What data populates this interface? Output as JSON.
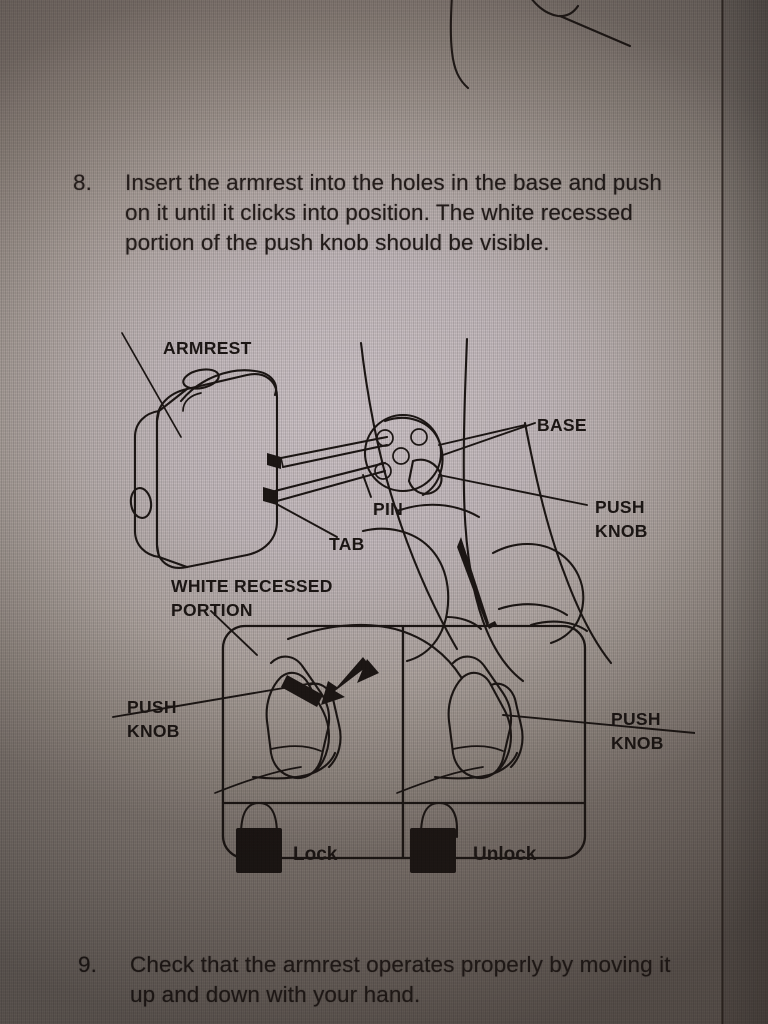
{
  "document": {
    "kind": "vehicle-owners-manual-page",
    "steps": [
      {
        "number": "8.",
        "text": "Insert the armrest into the holes in the base and push on it until it clicks into position. The white recessed portion of the push knob should be visible."
      },
      {
        "number": "9.",
        "text": "Check that the armrest operates properly by moving it up and down with your hand."
      }
    ]
  },
  "diagram": {
    "labels": {
      "armrest": "ARMREST",
      "base": "BASE",
      "pin": "PIN",
      "tab": "TAB",
      "push_knob_right": "PUSH\nKNOB",
      "push_knob_right_line1": "PUSH",
      "push_knob_right_line2": "KNOB",
      "white_recessed_line1": "WHITE RECESSED",
      "white_recessed_line2": "PORTION",
      "push_knob_left_line1": "PUSH",
      "push_knob_left_line2": "KNOB"
    },
    "detail_panel": {
      "left_cell": {
        "state_label": "Lock",
        "icon": "padlock-closed-icon",
        "has_press_arrow": true
      },
      "right_cell": {
        "state_label": "Unlock",
        "icon": "padlock-open-icon",
        "has_press_arrow": false
      }
    }
  },
  "colors": {
    "ink": "#1d1715",
    "body_text": "#231c1a",
    "screen_light": "#cfc5c9",
    "screen_mid": "#aea49f",
    "screen_dark": "#867c76",
    "binding_line": "#231a16"
  }
}
